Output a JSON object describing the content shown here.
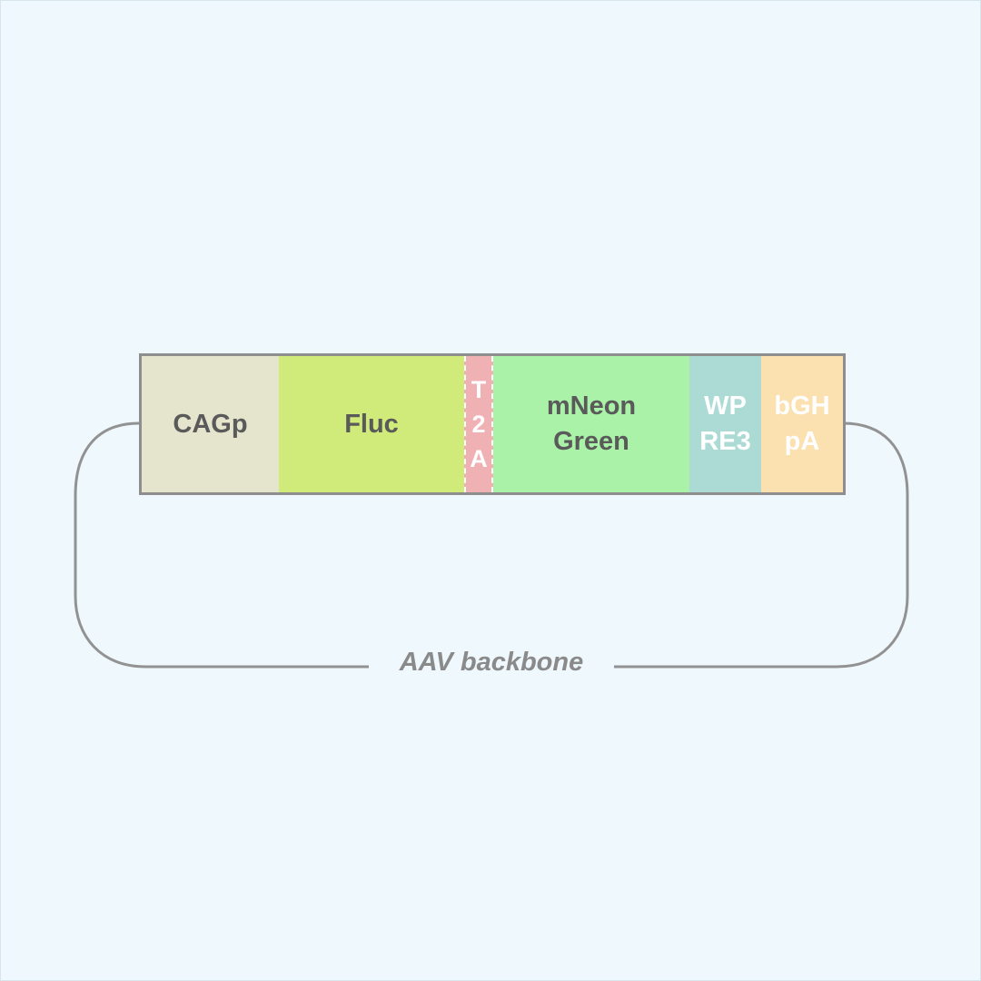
{
  "segments": [
    {
      "id": "cagp",
      "label": "CAGp",
      "color": "#e5e4cd",
      "text_color": "dark"
    },
    {
      "id": "fluc",
      "label": "Fluc",
      "color": "#d0eb7a",
      "text_color": "dark"
    },
    {
      "id": "t2a",
      "label": "T\n2\nA",
      "color": "#efb1b4",
      "text_color": "light"
    },
    {
      "id": "mneongreen",
      "label": "mNeon\nGreen",
      "color": "#a9f2a7",
      "text_color": "dark"
    },
    {
      "id": "wpre3",
      "label": "WP\nRE3",
      "color": "#acdad4",
      "text_color": "light"
    },
    {
      "id": "bghpa",
      "label": "bGH\npA",
      "color": "#fbe0b0",
      "text_color": "light"
    }
  ],
  "backbone": {
    "label": "AAV backbone",
    "line_color": "#929292"
  }
}
